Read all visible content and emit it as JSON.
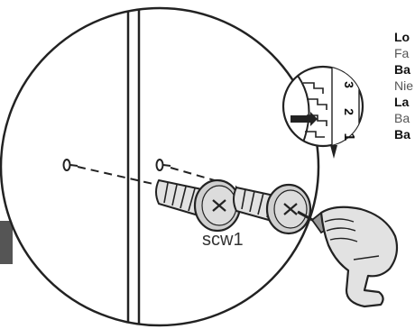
{
  "callout": {
    "lines": [
      {
        "text": "Lo",
        "bold": true
      },
      {
        "text": "Fa",
        "bold": false
      },
      {
        "text": "Ba",
        "bold": true
      },
      {
        "text": "Nie",
        "bold": false
      },
      {
        "text": "La",
        "bold": true
      },
      {
        "text": "Ba",
        "bold": false
      },
      {
        "text": "Ba",
        "bold": true
      }
    ]
  },
  "dial": {
    "numbers": [
      "3",
      "2",
      "1"
    ],
    "selected": "1"
  },
  "part_label": "scw1",
  "icons": [
    "screwdriver-drill-icon",
    "screw-icon",
    "screw-hole-icon",
    "arrow-pointer-icon"
  ],
  "colors": {
    "stroke": "#222222",
    "fill_light": "#e2e2e2",
    "fill_mid": "#c8c8c8",
    "tab": "#555555"
  }
}
